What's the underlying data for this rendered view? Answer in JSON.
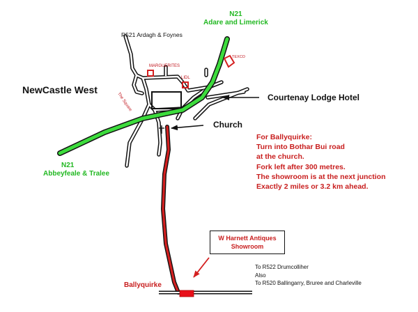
{
  "labels": {
    "town": "NewCastle West",
    "n21_north_code": "N21",
    "n21_north_dest": "Adare and Limerick",
    "n21_south_code": "N21",
    "n21_south_dest": "Abbeyfeale & Tralee",
    "r521": "R521 Ardagh & Foynes",
    "marguerites": "MARGUERITES",
    "lidl": "LIDL",
    "texaco": "TEXCO",
    "square": "The Square",
    "hotel": "Courtenay Lodge Hotel",
    "church": "Church",
    "ballyquirke": "Ballyquirke",
    "r522_line1": "To R522 Drumcolliher",
    "r522_line2": "Also",
    "r522_line3": "To R520 Ballingarry, Bruree and Charleville"
  },
  "directions": {
    "heading": "For Ballyquirke:",
    "lines": [
      "Turn into Bothar Bui road",
      "at the church.",
      "Fork left after 300 metres.",
      "The showroom is at the next junction",
      "Exactly 2 miles or 3.2 km ahead."
    ]
  },
  "showroom": {
    "line1": "W Harnett Antiques",
    "line2": "Showroom"
  },
  "colors": {
    "n21_road": "#3ddc3d",
    "route": "#d42020",
    "road_outline": "#111111",
    "text_red": "#c81e1e",
    "text_green": "#22b822"
  }
}
